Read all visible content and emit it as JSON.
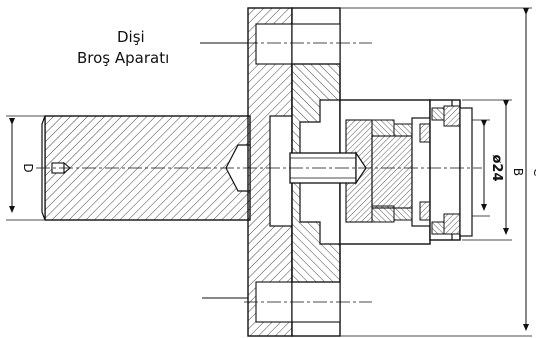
{
  "title": {
    "line1": "Dişi",
    "line2": "Broş Aparatı"
  },
  "dimensions": {
    "d_label": "D",
    "bore_label": "ø24",
    "b_label": "B",
    "c_label": "C"
  },
  "colors": {
    "line": "#111111",
    "hatch": "#333333",
    "background": "#ffffff"
  }
}
